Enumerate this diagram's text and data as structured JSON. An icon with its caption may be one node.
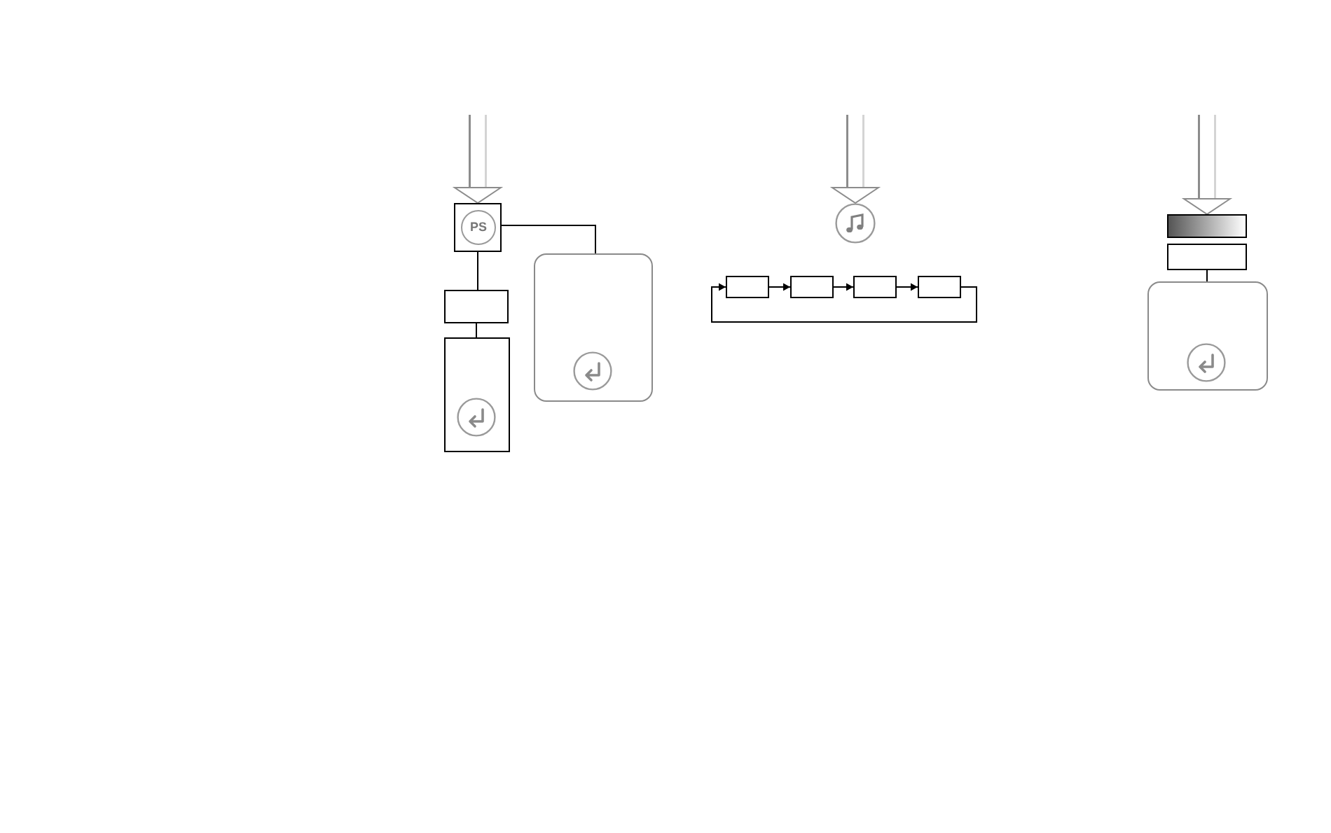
{
  "diagram": {
    "nodes": [
      {
        "text": [
          "PS"
        ]
      },
      {
        "text": [],
        "shape": "box"
      },
      {
        "text": [],
        "shape": "box"
      },
      {
        "text": [],
        "shape": "box"
      },
      {
        "text": [],
        "shape": "circle"
      },
      {
        "text": [],
        "shape": "box"
      },
      {
        "text": [],
        "shape": "box"
      },
      {
        "text": [],
        "shape": "box"
      },
      {
        "text": [],
        "shape": "box"
      },
      {
        "text": [],
        "shape": "bar"
      },
      {
        "text": [],
        "shape": "box"
      },
      {
        "text": [],
        "shape": "box"
      }
    ],
    "edges": [
      {
        "from": null,
        "to": 0,
        "arrow": "to",
        "style": "thick",
        "color": "#8c8c8c"
      },
      {
        "from": 0,
        "to": 1,
        "arrow": "none"
      },
      {
        "from": 1,
        "to": 2,
        "arrow": "none"
      },
      {
        "from": 0,
        "to": 3,
        "arrow": "none"
      },
      {
        "from": null,
        "to": 4,
        "arrow": "to",
        "style": "thick",
        "color": "#8c8c8c"
      },
      {
        "from": 5,
        "to": 6,
        "arrow": "to"
      },
      {
        "from": 6,
        "to": 7,
        "arrow": "to"
      },
      {
        "from": 7,
        "to": 8,
        "arrow": "to"
      },
      {
        "from": 8,
        "to": 5,
        "arrow": "to"
      },
      {
        "from": null,
        "to": 9,
        "arrow": "to",
        "style": "thick",
        "color": "#8c8c8c"
      },
      {
        "from": 10,
        "to": 11,
        "arrow": "none"
      }
    ]
  }
}
